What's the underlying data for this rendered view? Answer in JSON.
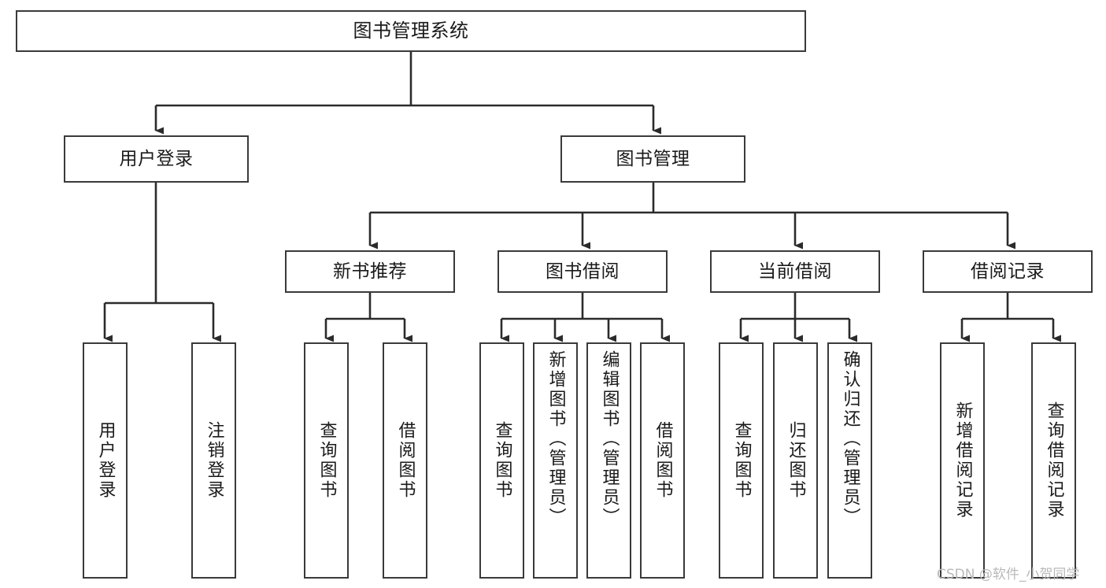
{
  "diagram": {
    "type": "hierarchy-tree",
    "title": "图书管理系统",
    "watermark": "CSDN @软件_小贺同学",
    "colors": {
      "background": "#ffffff",
      "box_border": "#3a3a3a",
      "connector": "#2b2b2b",
      "text": "#1a1a1a",
      "watermark": "#b9b9b9"
    },
    "levels": [
      {
        "level": 1,
        "nodes": [
          {
            "id": "root",
            "label": "图书管理系统",
            "orientation": "horizontal"
          }
        ]
      },
      {
        "level": 2,
        "nodes": [
          {
            "id": "user-login",
            "label": "用户登录",
            "orientation": "horizontal"
          },
          {
            "id": "book-manage",
            "label": "图书管理",
            "orientation": "horizontal"
          }
        ]
      },
      {
        "level": 3,
        "nodes": [
          {
            "id": "new-book-recommend",
            "label": "新书推荐",
            "orientation": "horizontal"
          },
          {
            "id": "book-borrow",
            "label": "图书借阅",
            "orientation": "horizontal"
          },
          {
            "id": "current-borrow",
            "label": "当前借阅",
            "orientation": "horizontal"
          },
          {
            "id": "borrow-record",
            "label": "借阅记录",
            "orientation": "horizontal"
          }
        ]
      },
      {
        "level": 4,
        "nodes": [
          {
            "id": "leaf-user-login",
            "label": "用户登录",
            "orientation": "vertical",
            "parent": "user-login"
          },
          {
            "id": "leaf-user-logout",
            "label": "注销登录",
            "orientation": "vertical",
            "parent": "user-login"
          },
          {
            "id": "leaf-query-book-1",
            "label": "查询图书",
            "orientation": "vertical",
            "parent": "new-book-recommend"
          },
          {
            "id": "leaf-borrow-book-1",
            "label": "借阅图书",
            "orientation": "vertical",
            "parent": "new-book-recommend"
          },
          {
            "id": "leaf-query-book-2",
            "label": "查询图书",
            "orientation": "vertical",
            "parent": "book-borrow"
          },
          {
            "id": "leaf-add-book",
            "label": "新增图书（管理员）",
            "orientation": "vertical",
            "parent": "book-borrow"
          },
          {
            "id": "leaf-edit-book",
            "label": "编辑图书（管理员）",
            "orientation": "vertical",
            "parent": "book-borrow"
          },
          {
            "id": "leaf-borrow-book-2",
            "label": "借阅图书",
            "orientation": "vertical",
            "parent": "book-borrow"
          },
          {
            "id": "leaf-query-book-3",
            "label": "查询图书",
            "orientation": "vertical",
            "parent": "current-borrow"
          },
          {
            "id": "leaf-return-book",
            "label": "归还图书",
            "orientation": "vertical",
            "parent": "current-borrow"
          },
          {
            "id": "leaf-confirm-return",
            "label": "确认归还（管理员）",
            "orientation": "vertical",
            "parent": "current-borrow"
          },
          {
            "id": "leaf-add-record",
            "label": "新增借阅记录",
            "orientation": "vertical",
            "parent": "borrow-record"
          },
          {
            "id": "leaf-query-record",
            "label": "查询借阅记录",
            "orientation": "vertical",
            "parent": "borrow-record"
          }
        ]
      }
    ]
  }
}
